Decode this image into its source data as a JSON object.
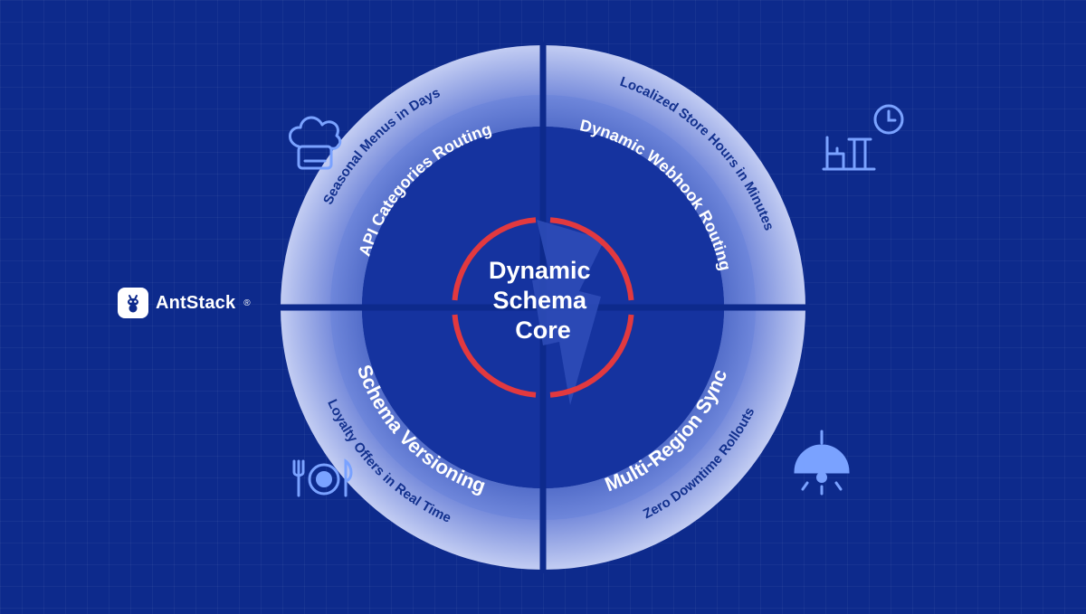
{
  "brand": {
    "name": "AntStack",
    "mark": "®"
  },
  "core": {
    "lines": [
      "Dynamic",
      "Schema",
      "Core"
    ]
  },
  "inner_ring": {
    "top_left": "API Categories Routing",
    "top_right": "Dynamic Webhook Routing",
    "bottom_left": "Schema Versioning",
    "bottom_right": "Multi-Region Sync"
  },
  "outer_ring": {
    "top_left": "Seasonal Menus in Days",
    "top_right": "Localized Store Hours in Minutes",
    "bottom_left": "Loyalty Offers in Real Time",
    "bottom_right": "Zero Downtime Rollouts"
  },
  "icons": [
    "chef-hat-icon",
    "clock-icon",
    "table-chair-icon",
    "plate-cutlery-icon",
    "pendant-lamp-icon",
    "lightning-bolt-icon",
    "ant-logo-icon"
  ],
  "colors": {
    "background": "#0d2a8c",
    "core_ring": "#e2393f",
    "icon_accent": "#7aa2ff",
    "text": "#ffffff"
  }
}
